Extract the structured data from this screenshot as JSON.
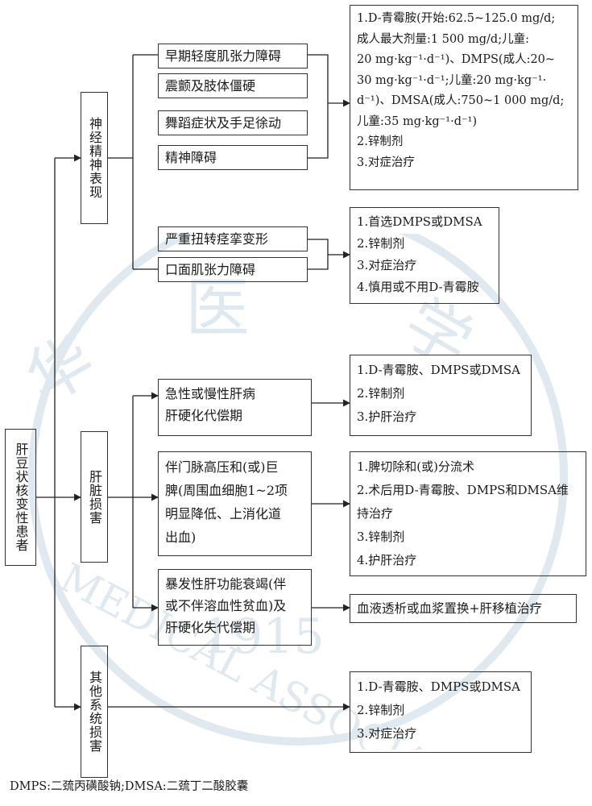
{
  "root": "肝豆状核变性患者",
  "categories": {
    "neuro": "神经精神表现",
    "liver": "肝脏损害",
    "other": "其他系统损害"
  },
  "symptoms": {
    "s1": "早期轻度肌张力障碍",
    "s2": "震颤及肢体僵硬",
    "s3": "舞蹈症状及手足徐动",
    "s4": "精神障碍",
    "s5": "严重扭转痉挛变形",
    "s6": "口面肌张力障碍",
    "l1": [
      "急性或慢性肝病",
      "肝硬化代偿期"
    ],
    "l2": [
      "伴门脉高压和(或)巨",
      "脾(周围血细胞1~2项",
      "明显降低、上消化道",
      "出血)"
    ],
    "l3": [
      "暴发性肝功能衰竭(伴",
      "或不伴溶血性贫血)及",
      "肝硬化失代偿期"
    ]
  },
  "treatments": {
    "t1": [
      "1.D-青霉胺(开始:62.5~125.0 mg/d;",
      "成人最大剂量:1 500 mg/d;儿童:",
      "20 mg·kg⁻¹·d⁻¹)、DMPS(成人:20~",
      "30 mg·kg⁻¹·d⁻¹;儿童:20 mg·kg⁻¹·",
      "d⁻¹)、DMSA(成人:750~1 000 mg/d;",
      "儿童:35 mg·kg⁻¹·d⁻¹)",
      "2.锌制剂",
      "3.对症治疗"
    ],
    "t2": [
      "1.首选DMPS或DMSA",
      "2.锌制剂",
      "3.对症治疗",
      "4.慎用或不用D-青霉胺"
    ],
    "t3": [
      "1.D-青霉胺、DMPS或DMSA",
      "2.锌制剂",
      "3.护肝治疗"
    ],
    "t4": [
      "1.脾切除和(或)分流术",
      "2.术后用D-青霉胺、DMPS和DMSA维",
      "   持治疗",
      "3.锌制剂",
      "4.护肝治疗"
    ],
    "t5": [
      "血液透析或血浆置换+肝移植治疗"
    ],
    "t6": [
      "1.D-青霉胺、DMPS或DMSA",
      "2.锌制剂",
      "3.对症治疗"
    ]
  },
  "footnote": "DMPS:二巯丙磺酸钠;DMSA:二巯丁二酸胶囊",
  "watermark": {
    "chars": [
      "华",
      "医",
      "学"
    ],
    "year": "1915",
    "arc": "MEDICAL ASSOCIAT"
  }
}
